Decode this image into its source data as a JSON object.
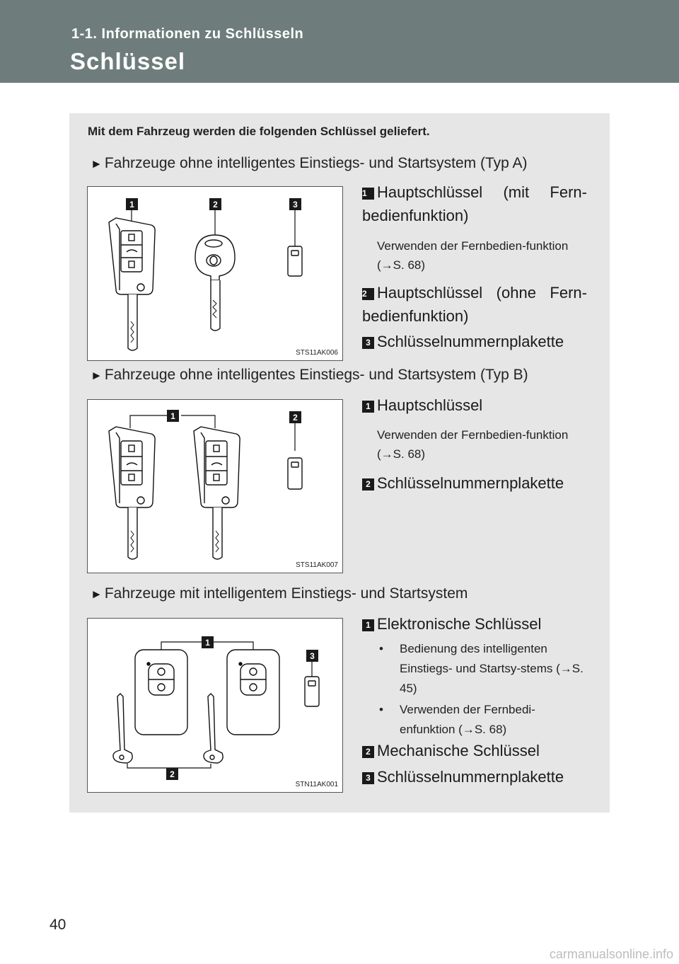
{
  "header": {
    "section_label": "1-1. Informationen zu Schlüsseln",
    "title": "Schlüssel"
  },
  "intro": "Mit dem Fahrzeug werden die folgenden Schlüssel geliefert.",
  "triangle_glyph": "►",
  "sections": [
    {
      "heading": "Fahrzeuge ohne intelligentes Einstiegs- und Startsystem (Typ A)",
      "figure_code": "STS11AK006",
      "items": [
        {
          "num": "1",
          "label": "Hauptschlüssel (mit Fern-bedienfunktion)",
          "note": "Verwenden der Fernbedien-funktion (→S. 68)"
        },
        {
          "num": "2",
          "label": "Hauptschlüssel (ohne Fern-bedienfunktion)"
        },
        {
          "num": "3",
          "label": "Schlüsselnummernplakette"
        }
      ]
    },
    {
      "heading": "Fahrzeuge ohne intelligentes Einstiegs- und Startsystem (Typ B)",
      "figure_code": "STS11AK007",
      "items": [
        {
          "num": "1",
          "label": "Hauptschlüssel",
          "note": "Verwenden der Fernbedien-funktion (→S. 68)"
        },
        {
          "num": "2",
          "label": "Schlüsselnummernplakette"
        }
      ]
    },
    {
      "heading": "Fahrzeuge mit intelligentem Einstiegs- und Startsystem",
      "figure_code": "STN11AK001",
      "items": [
        {
          "num": "1",
          "label": "Elektronische Schlüssel",
          "bullets": [
            "Bedienung des intelligenten Einstiegs- und Startsy-stems (→S. 45)",
            "Verwenden der Fernbedi-enfunktion (→S. 68)"
          ]
        },
        {
          "num": "2",
          "label": "Mechanische Schlüssel"
        },
        {
          "num": "3",
          "label": "Schlüsselnummernplakette"
        }
      ]
    }
  ],
  "page_number": "40",
  "watermark": "carmanualsonline.info"
}
